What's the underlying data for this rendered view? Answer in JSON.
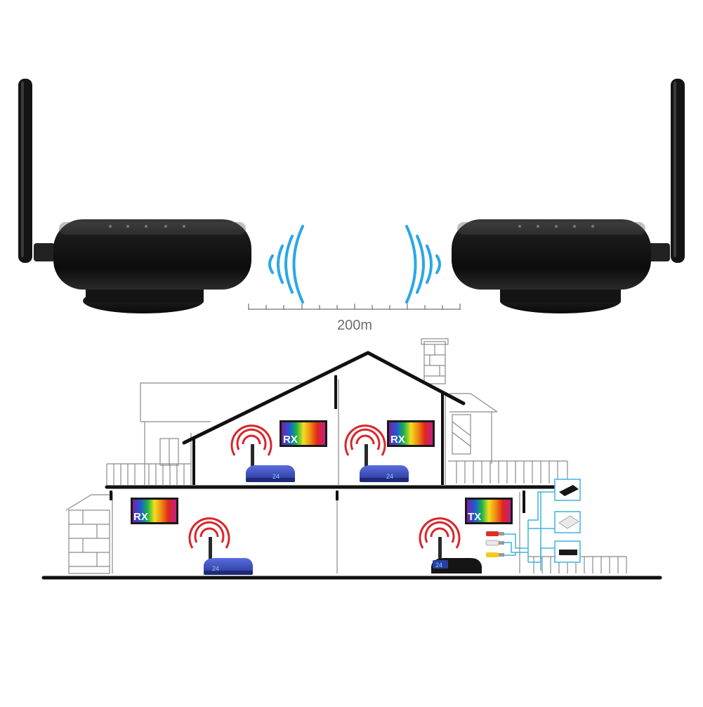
{
  "range": {
    "label": "200m"
  },
  "rooms": [
    {
      "name": "upper-left",
      "tag": "RX"
    },
    {
      "name": "upper-right",
      "tag": "RX"
    },
    {
      "name": "lower-left",
      "tag": "RX"
    },
    {
      "name": "lower-right",
      "tag": "TX"
    }
  ],
  "device_badge": "24",
  "colors": {
    "signal_blue": "#2aa7e8",
    "signal_red": "#d9262c",
    "device_blue": "#3a4fc0",
    "device_black": "#151515",
    "house_line": "#111111",
    "cable_blue": "#3bb3e0"
  },
  "icons": [
    "antenna-transmitter",
    "antenna-receiver",
    "wifi-waves",
    "house-cross-section",
    "tv-screen",
    "av-cable",
    "set-top-box"
  ]
}
